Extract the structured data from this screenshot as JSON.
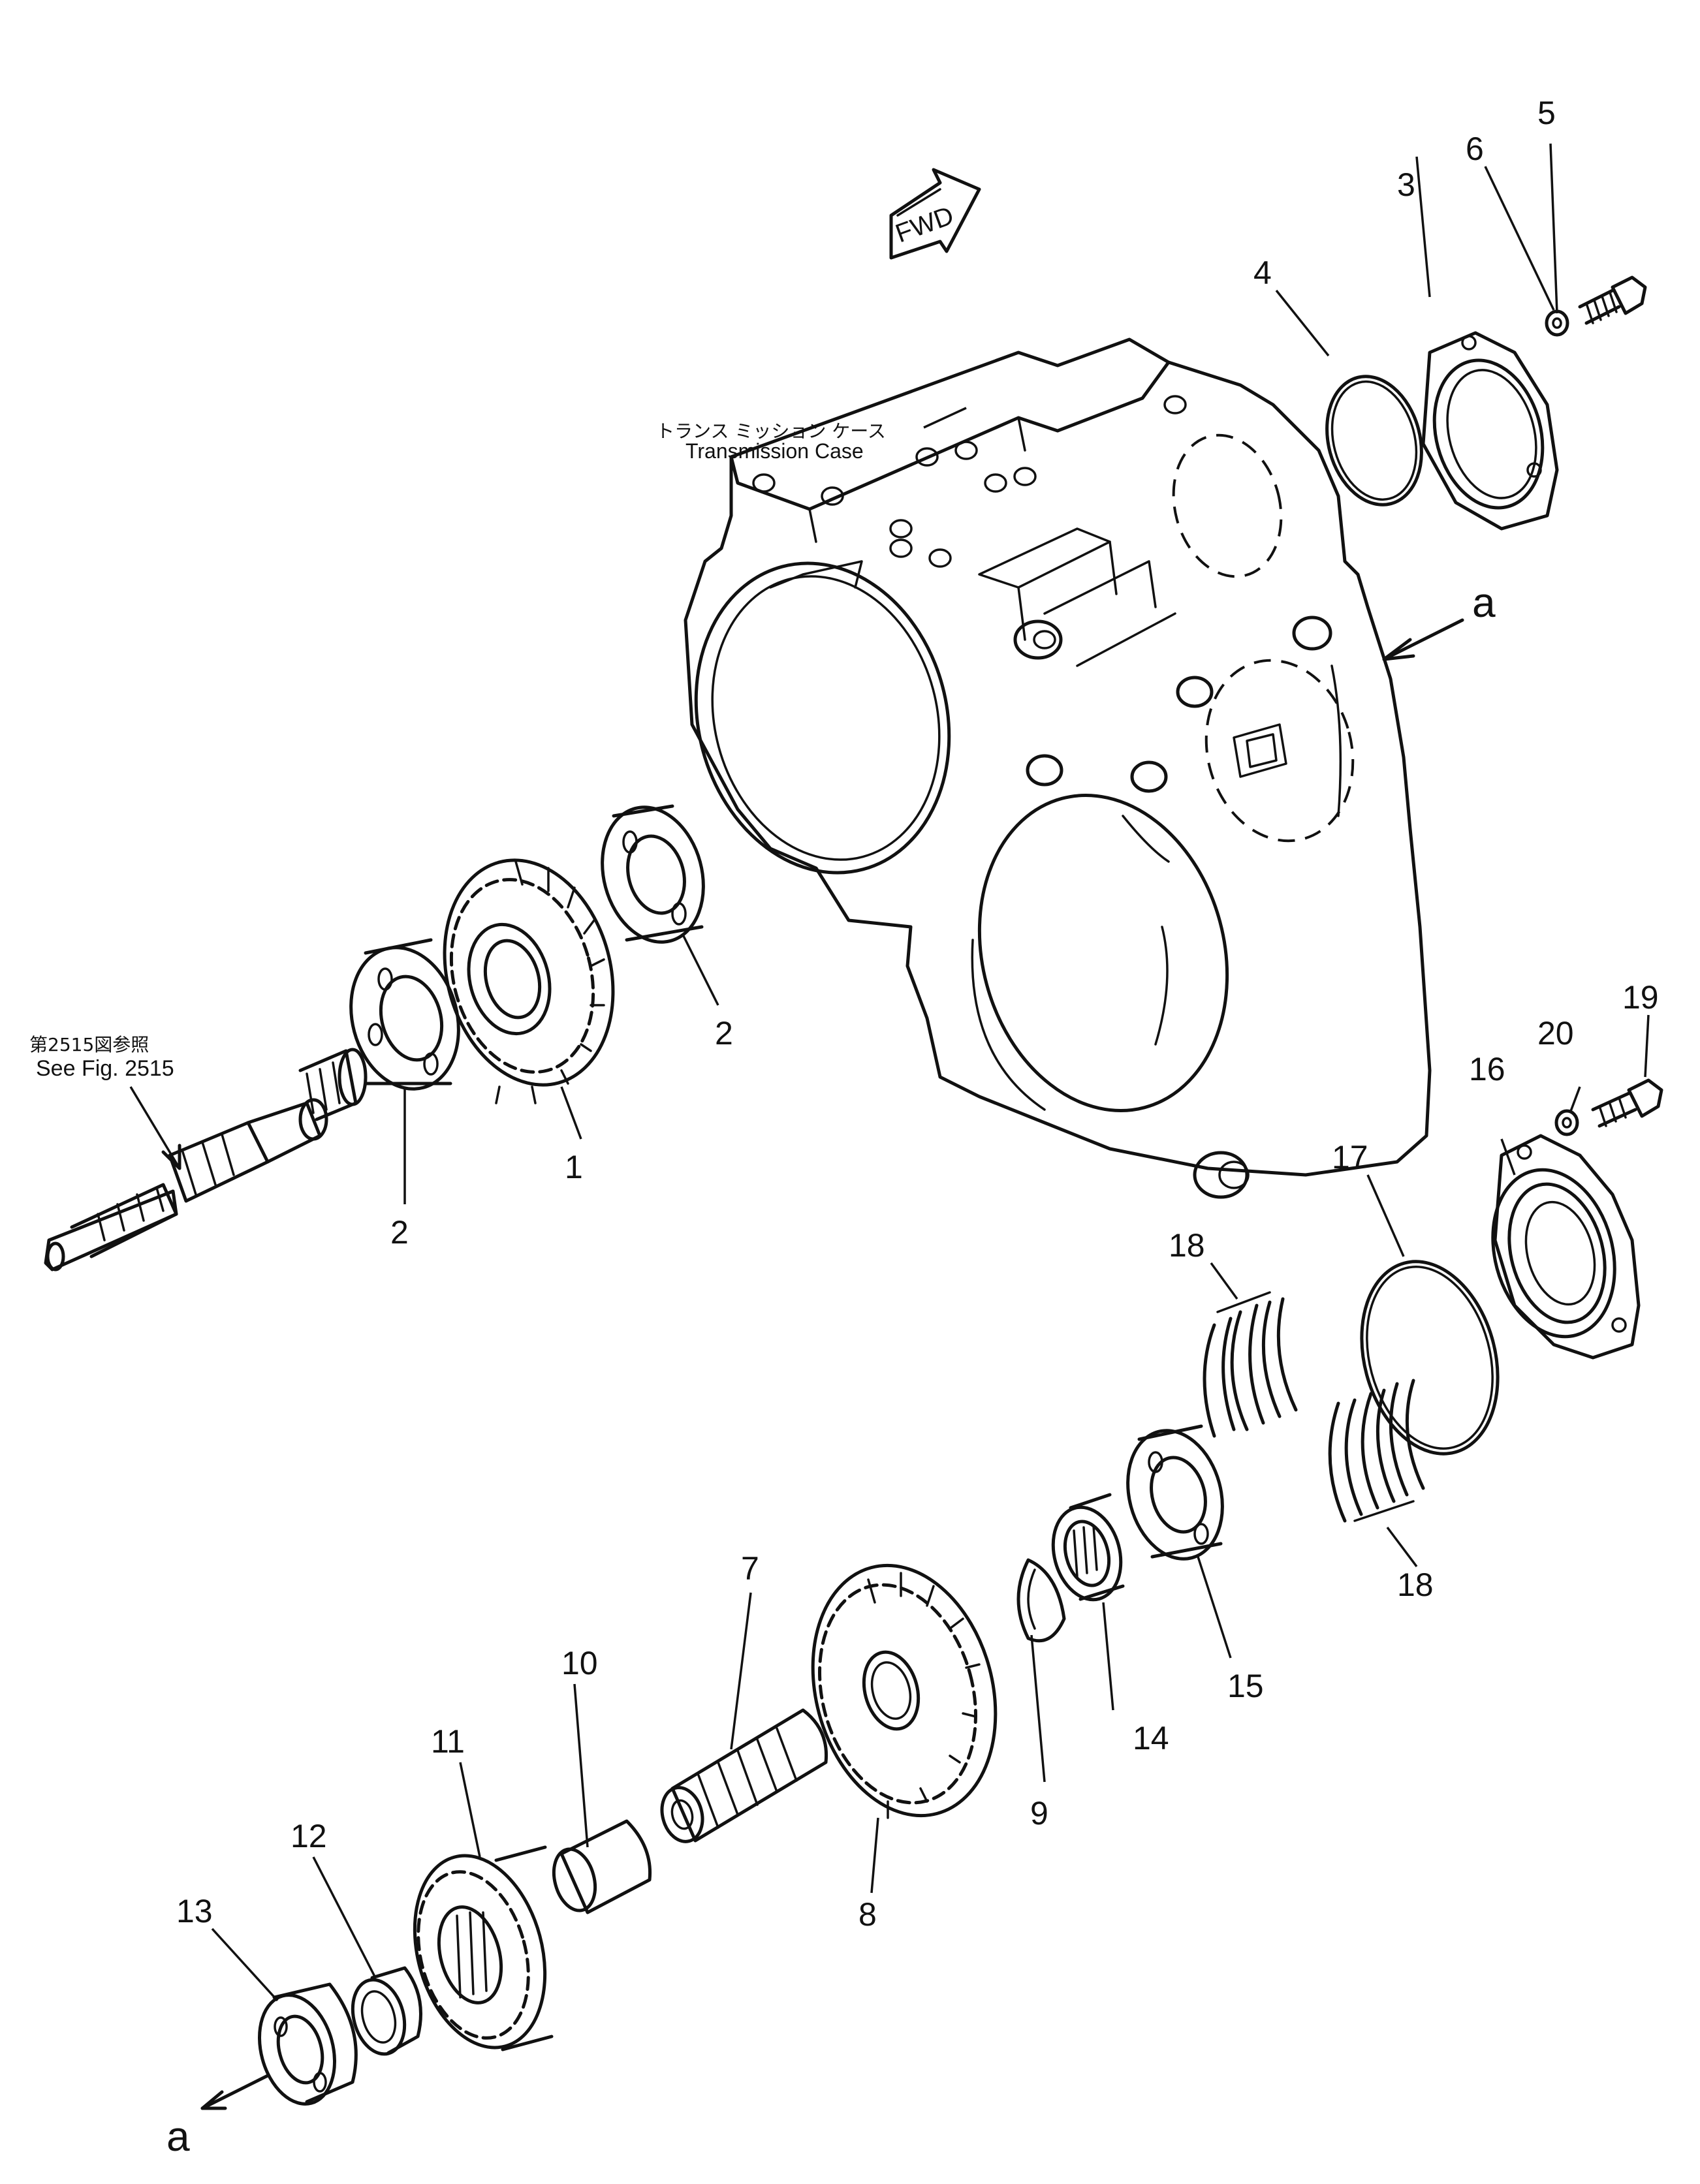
{
  "labels": {
    "case_jp": "トランス ミッション ケース",
    "case_en": "Transmission Case",
    "see_fig_jp": "第2515図参照",
    "see_fig_en": "See Fig. 2515",
    "fwd": "FWD",
    "arrow_a": "a"
  },
  "part_numbers": [
    "1",
    "2",
    "3",
    "4",
    "5",
    "6",
    "7",
    "8",
    "9",
    "10",
    "11",
    "12",
    "13",
    "14",
    "15",
    "16",
    "17",
    "18",
    "19",
    "20"
  ]
}
